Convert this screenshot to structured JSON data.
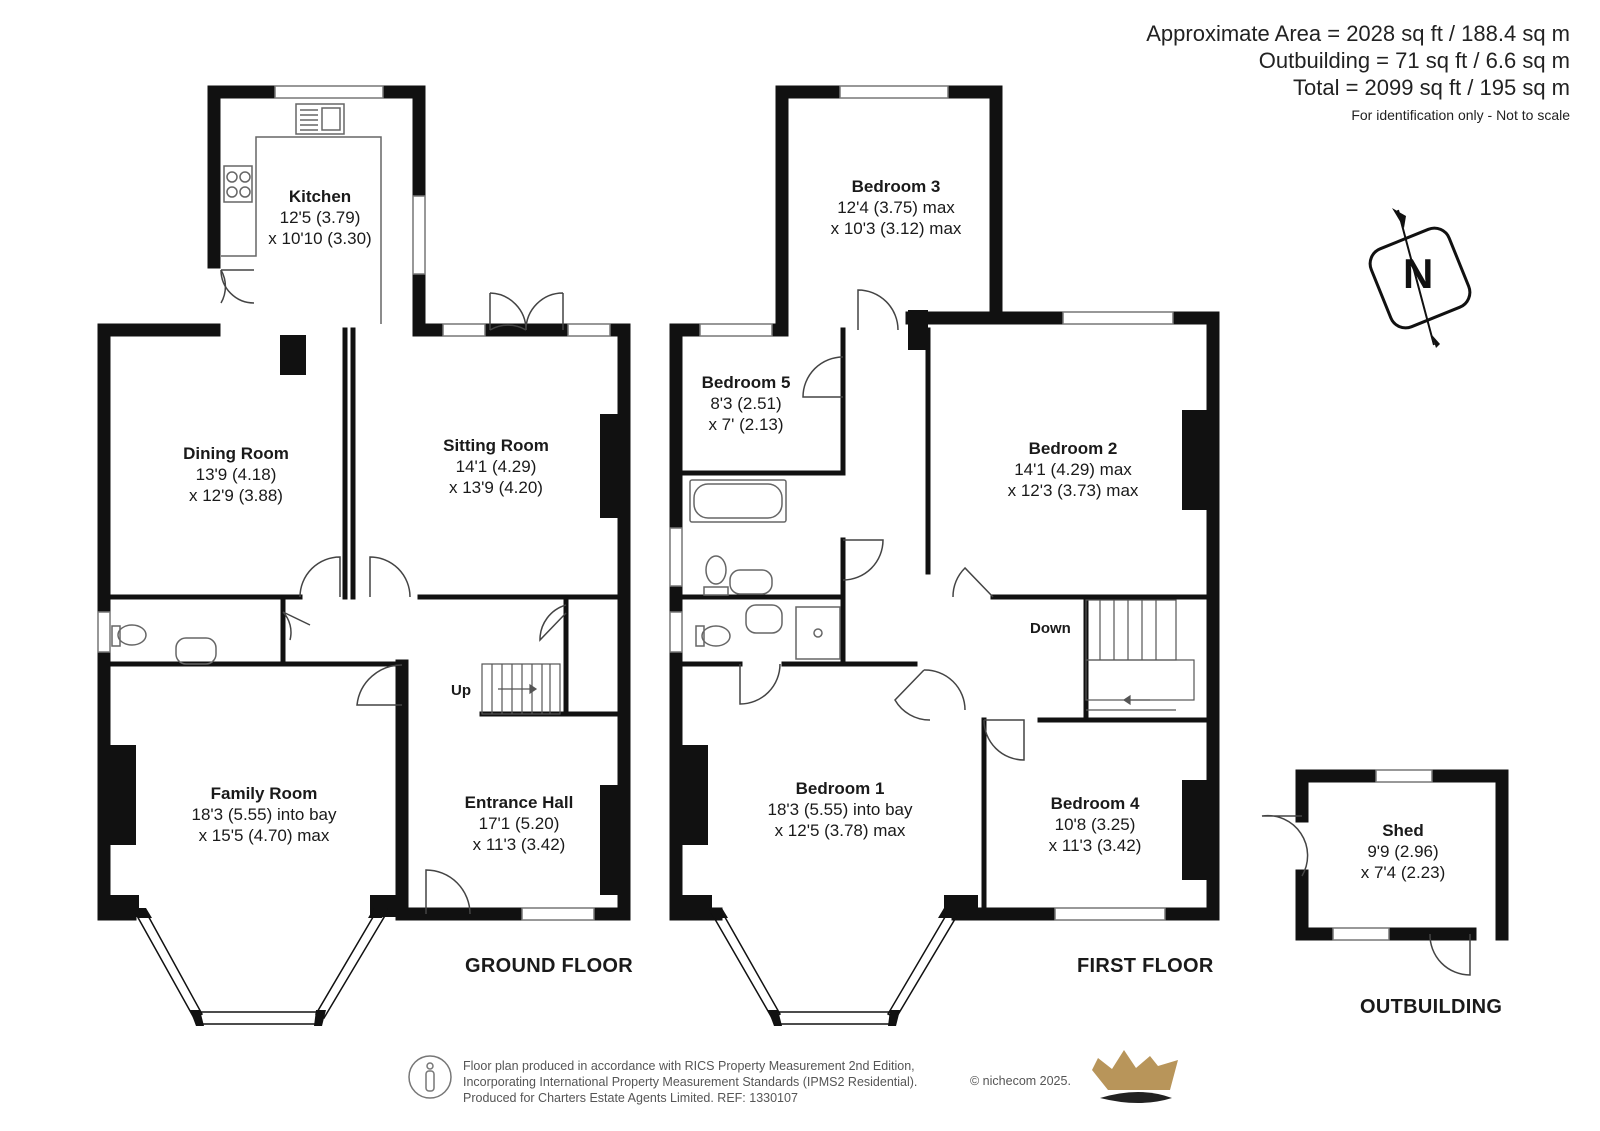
{
  "area": {
    "line1": "Approximate Area = 2028 sq ft / 188.4 sq m",
    "line2": "Outbuilding = 71 sq ft / 6.6 sq m",
    "line3": "Total = 2099 sq ft / 195 sq m",
    "note": "For identification only - Not to scale"
  },
  "compass": {
    "letter": "N"
  },
  "floors": {
    "ground": "GROUND FLOOR",
    "first": "FIRST FLOOR",
    "outbuilding": "OUTBUILDING"
  },
  "stairs": {
    "up": "Up",
    "down": "Down"
  },
  "rooms": {
    "kitchen": {
      "name": "Kitchen",
      "dim1": "12'5 (3.79)",
      "dim2": "x 10'10 (3.30)"
    },
    "dining": {
      "name": "Dining Room",
      "dim1": "13'9 (4.18)",
      "dim2": "x 12'9 (3.88)"
    },
    "sitting": {
      "name": "Sitting Room",
      "dim1": "14'1 (4.29)",
      "dim2": "x 13'9 (4.20)"
    },
    "family": {
      "name": "Family Room",
      "dim1": "18'3 (5.55) into bay",
      "dim2": "x 15'5 (4.70) max"
    },
    "entrance": {
      "name": "Entrance Hall",
      "dim1": "17'1 (5.20)",
      "dim2": "x 11'3 (3.42)"
    },
    "bed3": {
      "name": "Bedroom 3",
      "dim1": "12'4 (3.75) max",
      "dim2": "x 10'3 (3.12) max"
    },
    "bed5": {
      "name": "Bedroom 5",
      "dim1": "8'3 (2.51)",
      "dim2": "x 7' (2.13)"
    },
    "bed2": {
      "name": "Bedroom 2",
      "dim1": "14'1 (4.29) max",
      "dim2": "x 12'3 (3.73) max"
    },
    "bed1": {
      "name": "Bedroom 1",
      "dim1": "18'3 (5.55) into bay",
      "dim2": "x 12'5 (3.78) max"
    },
    "bed4": {
      "name": "Bedroom 4",
      "dim1": "10'8 (3.25)",
      "dim2": "x 11'3 (3.42)"
    },
    "shed": {
      "name": "Shed",
      "dim1": "9'9 (2.96)",
      "dim2": "x 7'4 (2.23)"
    }
  },
  "footer": {
    "line1": "Floor plan produced in accordance with RICS Property Measurement 2nd Edition,",
    "line2": "Incorporating International Property Measurement Standards (IPMS2 Residential).",
    "line3": "Produced for Charters Estate Agents Limited.   REF: 1330107",
    "copyright": "© nichecom 2025."
  },
  "colors": {
    "wall": "#111111",
    "window": "#7a7a7a",
    "fixture": "#555555",
    "crown": "#b8955a"
  }
}
